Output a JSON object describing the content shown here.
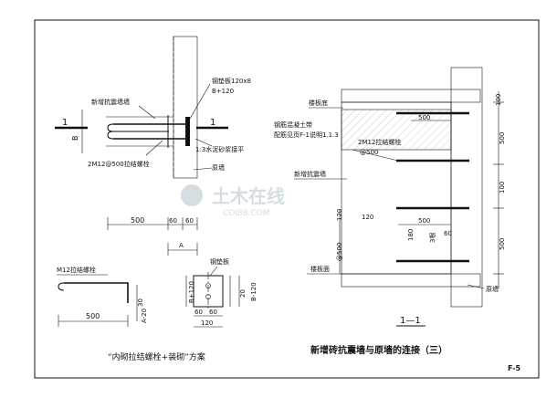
{
  "left_detail": {
    "labels": {
      "new_wall": "新增抗震墙墙",
      "steel_plate": "钢垫板120x8",
      "plate_width": "B+120",
      "section_mark": "1",
      "mortar": "1:3水泥砂浆接平",
      "bolts": "2M12@500拉结螺栓",
      "original_wall": "原墙",
      "dim_B": "B",
      "dim_A": "A"
    },
    "dims": {
      "d500": "500",
      "d60a": "60",
      "d60b": "60"
    }
  },
  "bolt_detail": {
    "label": "M12拉结螺栓",
    "dim_500": "500",
    "dim_30": "30",
    "dim_A20": "A-20"
  },
  "plate_detail": {
    "label": "钢垫板",
    "dim_B120_left": "B+120",
    "dim_B120_right": "B-120",
    "dim_20": "20",
    "dim_60a": "60",
    "dim_60b": "60",
    "dim_120": "120"
  },
  "left_caption": "“内砌拉结螺栓+装砌”方案",
  "section_view": {
    "labels": {
      "floor_top": "楼板底",
      "beam": "钢筋混凝土带",
      "beam2": "配筋见页F-1说明1.1.3",
      "bolts": "2M12拉结螺栓",
      "bolt_spacing": "@500",
      "new_wall": "新增抗震墙",
      "floor_bottom": "楼板面",
      "original_wall": "原墙"
    },
    "dims": {
      "top_100": "100",
      "right_500a": "500",
      "right_100": "100",
      "right_500b": "500",
      "inner_500": "500",
      "d120": "120",
      "d180": "180",
      "d60": "60",
      "d3": "3根",
      "left_500": "@500",
      "left_120": "120",
      "spacing": "500"
    },
    "section_tag": "1—1"
  },
  "main_caption": "新增砖抗震墙与原墙的连接（三）",
  "sheet_no": "F-5",
  "watermark": {
    "cn": "土木在线",
    "en": "COI88.COM"
  }
}
